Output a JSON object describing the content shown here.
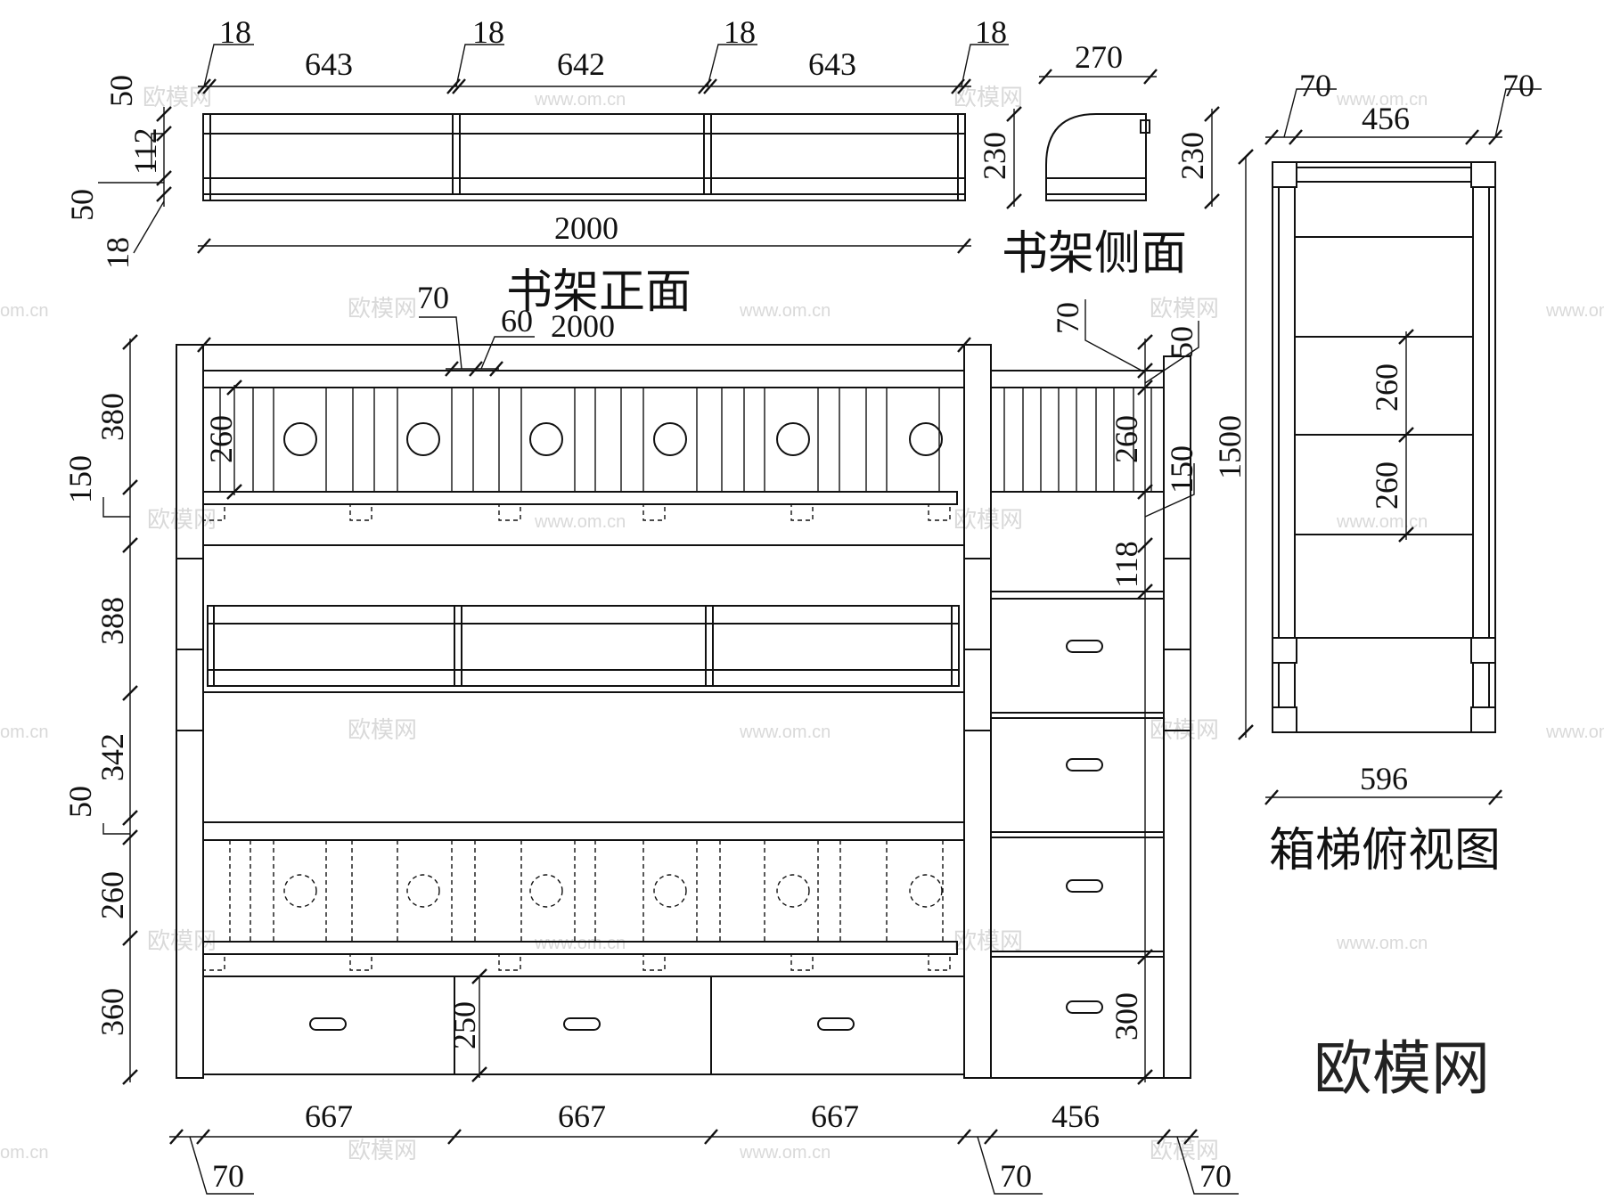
{
  "titles": {
    "front": "书架正面",
    "side": "书架侧面",
    "stair_top": "箱梯俯视图"
  },
  "logo": "欧模网",
  "watermark": {
    "brand": "欧模网",
    "url": "www.om.cn",
    "url_short": "om.cn"
  },
  "dimensions": {
    "shelf_front_top": [
      "18",
      "643",
      "18",
      "642",
      "18",
      "643",
      "18"
    ],
    "shelf_front_total": "2000",
    "shelf_front_left": [
      "50",
      "112",
      "50",
      "18"
    ],
    "shelf_side_width": "270",
    "shelf_side_height": "230",
    "main_top_labels": [
      "70",
      "60",
      "2000"
    ],
    "main_left": [
      "380",
      "150",
      "388",
      "342",
      "50",
      "260",
      "360"
    ],
    "main_inner": [
      "260",
      "260",
      "150",
      "118",
      "250",
      "300"
    ],
    "main_right_top": [
      "70",
      "50"
    ],
    "main_bottom": [
      "667",
      "667",
      "667",
      "456"
    ],
    "main_bottom_small": [
      "70",
      "70",
      "70"
    ],
    "stair_top_widths": [
      "70",
      "456",
      "70"
    ],
    "stair_height": "1500",
    "stair_steps": [
      "260",
      "260"
    ],
    "stair_depth": "596"
  }
}
